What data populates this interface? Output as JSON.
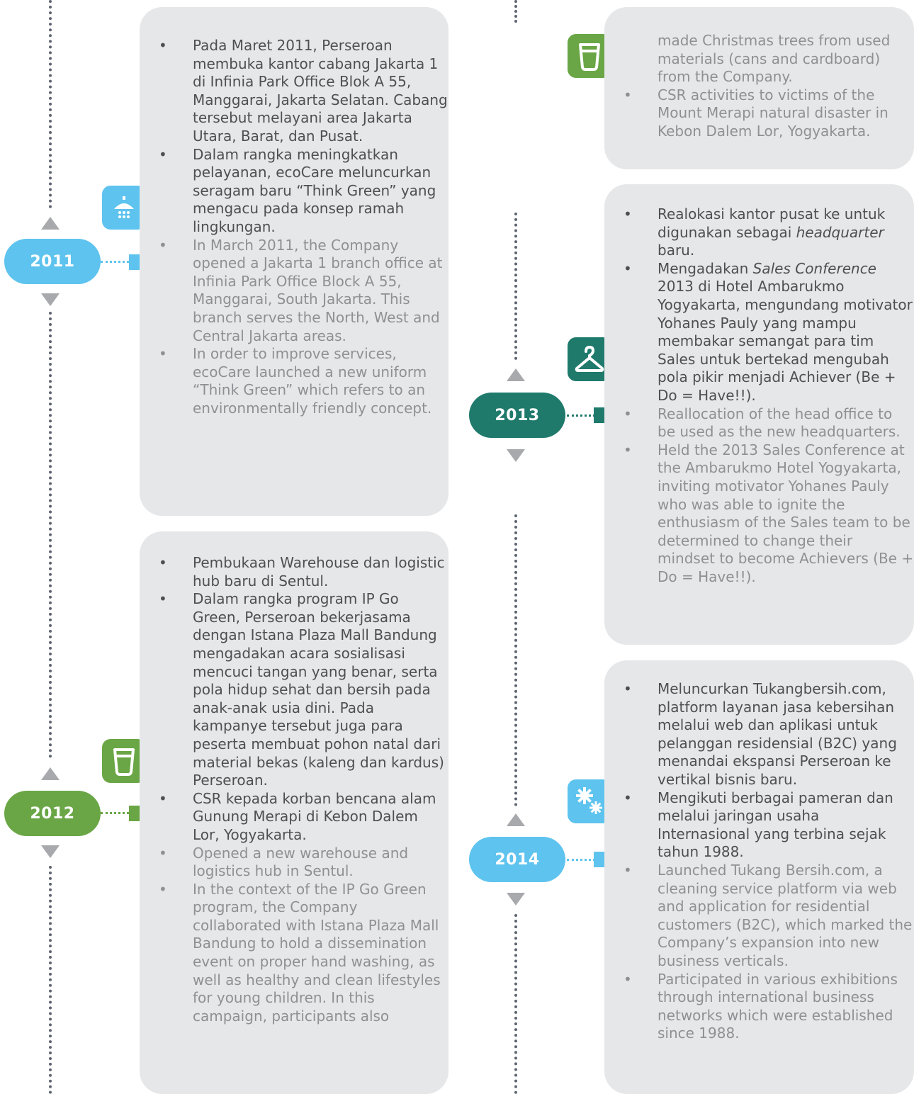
{
  "colors": {
    "blue": "#5ec3ee",
    "green": "#6aa645",
    "teal": "#1f7a6c",
    "card_bg": "#e6e7e8",
    "text_id": "#4d4f53",
    "text_en": "#8e9094",
    "marker": "#a7a9ac"
  },
  "timeline": {
    "y2011": {
      "year": "2011",
      "icon": "shower-icon",
      "id_items": [
        "Pada Maret 2011, Perseroan membuka kantor cabang Jakarta 1 di Infinia Park Office Blok A 55, Manggarai, Jakarta Selatan. Cabang tersebut melayani area Jakarta Utara, Barat, dan Pusat.",
        "Dalam rangka meningkatkan pelayanan, ecoCare meluncurkan seragam baru “Think Green” yang mengacu pada konsep ramah lingkungan."
      ],
      "en_items": [
        "In March 2011, the Company opened a Jakarta 1 branch office at Infinia Park Office Block A 55, Manggarai, South Jakarta. This branch serves the North, West and Central Jakarta areas.",
        "In order to improve services, ecoCare launched a new uniform “Think Green” which refers to an environmentally friendly concept."
      ]
    },
    "y2012": {
      "year": "2012",
      "icon": "bin-icon",
      "id_items": [
        "Pembukaan Warehouse dan logistic hub baru di Sentul.",
        "Dalam rangka program IP Go Green, Perseroan bekerjasama dengan Istana Plaza Mall Bandung mengadakan acara sosialisasi mencuci tangan yang benar, serta pola hidup sehat dan bersih pada anak-anak usia dini. Pada kampanye tersebut juga para peserta membuat pohon natal dari material bekas (kaleng dan kardus) Perseroan.",
        "CSR kepada korban bencana alam Gunung Merapi di Kebon Dalem Lor, Yogyakarta."
      ],
      "en_items": [
        "Opened a new warehouse and logistics hub in Sentul.",
        "In the context of the IP Go Green program, the Company collaborated with Istana Plaza Mall Bandung to hold a dissemination event on proper hand washing, as well as healthy and clean lifestyles for young children. In this campaign, participants also"
      ]
    },
    "y2012_cont": {
      "icon": "bin-icon",
      "en_continued": "made Christmas trees from used materials (cans and cardboard) from the Company.",
      "en_items": [
        "CSR activities to victims of the Mount Merapi natural disaster in Kebon Dalem Lor, Yogyakarta."
      ]
    },
    "y2013": {
      "year": "2013",
      "icon": "hanger-icon",
      "id_1_pre": "Realokasi kantor pusat ke untuk digunakan sebagai ",
      "id_1_em": "headquarter",
      "id_1_post": " baru.",
      "id_2_pre": "Mengadakan ",
      "id_2_em": "Sales Conference",
      "id_2_post": " 2013 di Hotel Ambarukmo Yogyakarta, mengundang motivator Yohanes Pauly yang mampu membakar semangat para tim Sales untuk bertekad mengubah pola pikir menjadi Achiever (Be + Do = Have!!).",
      "en_items": [
        "Reallocation of the head office to be used as the new headquarters.",
        "Held the 2013 Sales Conference at the Ambarukmo Hotel Yogyakarta, inviting motivator Yohanes Pauly who was able to ignite the enthusiasm of the Sales team to be determined to change their mindset to become Achievers (Be + Do = Have!!)."
      ]
    },
    "y2014": {
      "year": "2014",
      "icon": "sparkle-clean-icon",
      "id_items": [
        "Meluncurkan Tukangbersih.com, platform layanan jasa kebersihan melalui web dan aplikasi untuk pelanggan residensial (B2C) yang menandai ekspansi Perseroan ke vertikal bisnis baru.",
        "Mengikuti berbagai pameran dan melalui jaringan usaha Internasional yang terbina sejak tahun 1988."
      ],
      "en_items": [
        "Launched Tukang Bersih.com, a cleaning service platform via web and application for residential customers (B2C), which marked the Company’s expansion into new business verticals.",
        "Participated in various exhibitions through international business networks which were established since 1988."
      ]
    }
  }
}
